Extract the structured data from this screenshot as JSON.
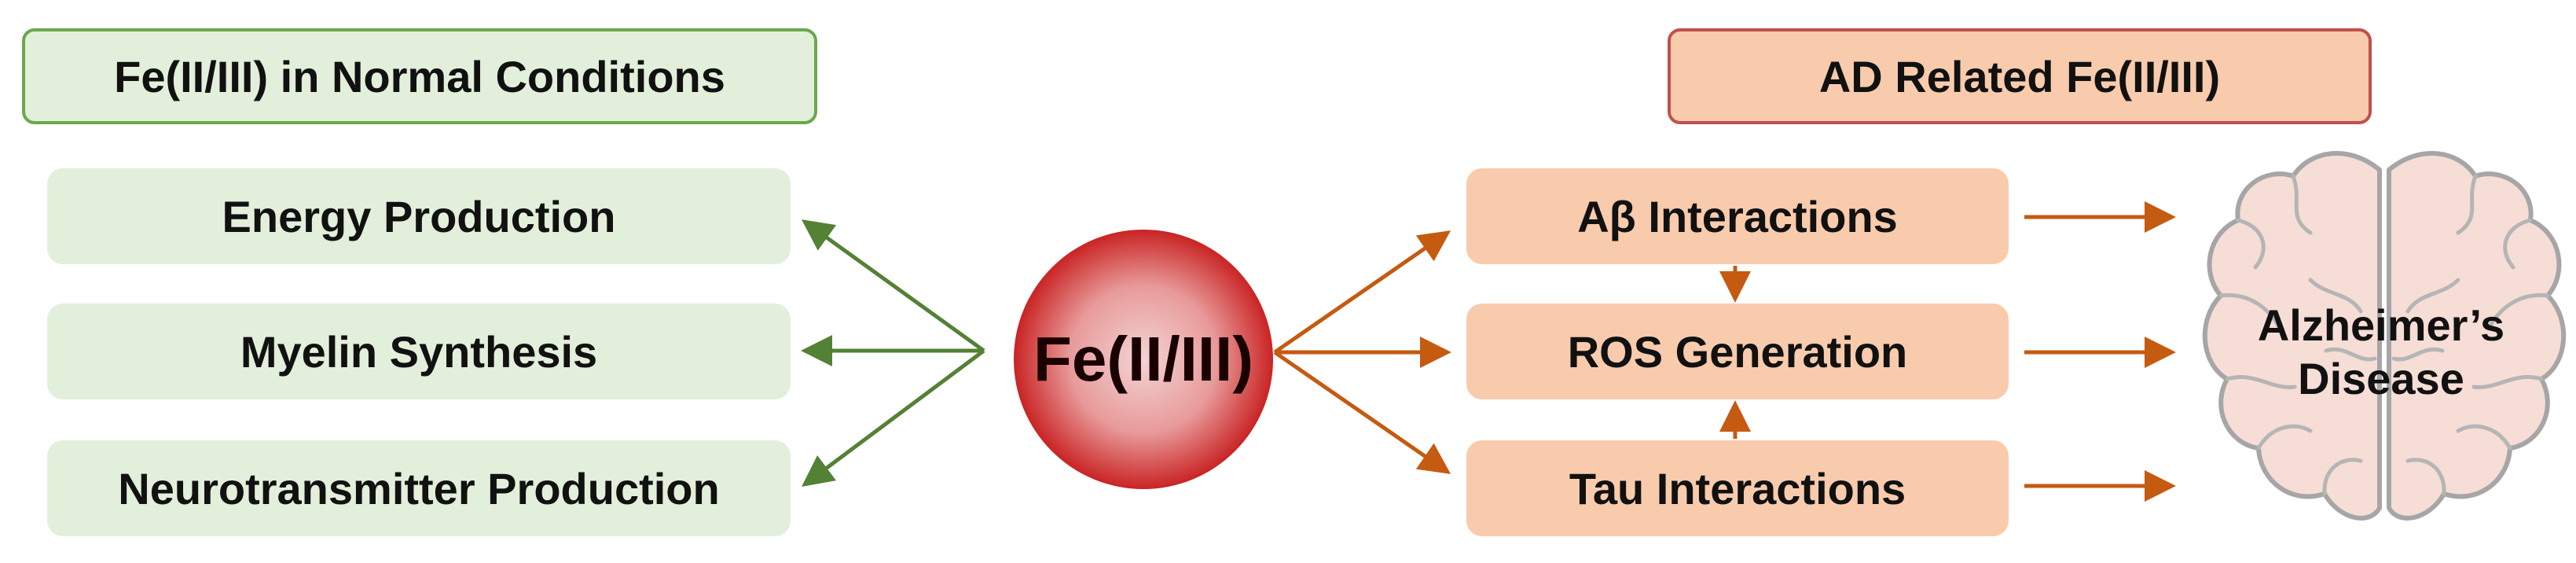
{
  "colors": {
    "normal_fill": "#e2efda",
    "normal_border": "#6aa84f",
    "normal_arrow": "#538135",
    "ad_fill": "#f8cbad",
    "ad_border": "#c0504d",
    "ad_arrow": "#c55a11",
    "sphere_center": "#f3d4d4",
    "sphere_edge": "#c00000",
    "brain_fill": "#f6ddd6",
    "brain_stroke": "#a6a6a6"
  },
  "normal": {
    "header": "Fe(II/III) in Normal Conditions",
    "items": [
      {
        "label": "Energy Production"
      },
      {
        "label": "Myelin Synthesis"
      },
      {
        "label": "Neurotransmitter Production"
      }
    ]
  },
  "center": {
    "label": "Fe(II/III)"
  },
  "ad": {
    "header": "AD Related Fe(II/III)",
    "items": [
      {
        "label": "Aβ Interactions"
      },
      {
        "label": "ROS Generation"
      },
      {
        "label": "Tau Interactions"
      }
    ]
  },
  "outcome": {
    "line1": "Alzheimer’s",
    "line2": "Disease"
  }
}
